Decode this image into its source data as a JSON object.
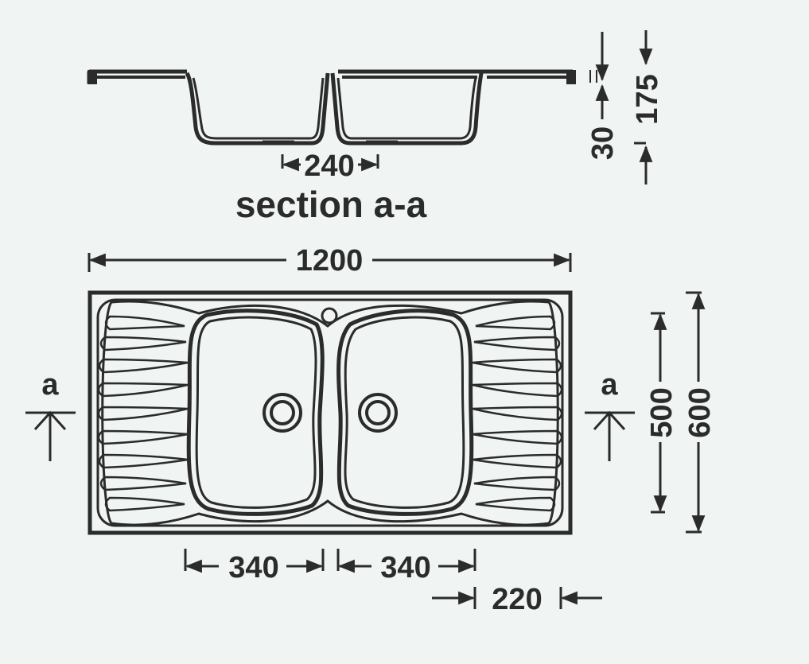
{
  "section_title": "section a-a",
  "section_marker": "a",
  "dimensions": {
    "overall_width": "1200",
    "overall_depth": "600",
    "bowl_depth": "500",
    "bowl_width_left": "340",
    "bowl_width_right": "340",
    "drainer_offset": "220",
    "bowl_spacing": "240",
    "rim_height": "30",
    "sink_height": "175"
  },
  "colors": {
    "background": "#f0f4f3",
    "line": "#2b2b2b"
  }
}
